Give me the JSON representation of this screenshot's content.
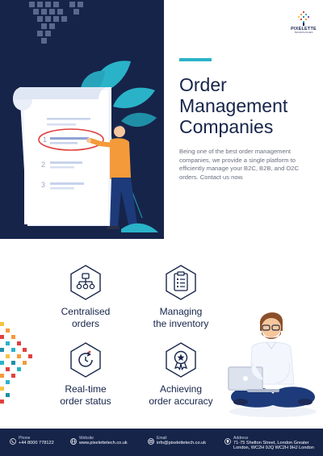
{
  "brand": {
    "name": "PIXELETTE",
    "tagline": "TECHNOLOGIES"
  },
  "hero": {
    "title_lines": [
      "Order",
      "Management",
      "Companies"
    ],
    "intro": "Being one of the best order management companies, we provide a single platform to efficiently manage your B2C, B2B, and O2C orders. Contact us now.",
    "checklist_numbers": [
      "1",
      "2",
      "3"
    ]
  },
  "features": [
    {
      "icon": "flow-chart-icon",
      "label_lines": [
        "Centralised",
        "orders"
      ]
    },
    {
      "icon": "clipboard-checklist-icon",
      "label_lines": [
        "Managing",
        "the inventory"
      ]
    },
    {
      "icon": "refresh-clock-icon",
      "label_lines": [
        "Real-time",
        "order status"
      ]
    },
    {
      "icon": "award-badge-icon",
      "label_lines": [
        "Achieving",
        "order accuracy"
      ]
    }
  ],
  "footer": {
    "phone": {
      "label": "Phone",
      "value": "+44 8000 778122",
      "icon": "phone-icon"
    },
    "website": {
      "label": "Website",
      "value": "www.pixelettetech.co.uk",
      "icon": "globe-icon"
    },
    "email": {
      "label": "Email",
      "value": "info@pixelettetech.co.uk",
      "icon": "mail-icon"
    },
    "address": {
      "label": "Address",
      "lines": [
        "71-75 Shelton Street, London Greater",
        "London, WC2H 9JQ WC2H 9HJ London"
      ],
      "icon": "location-icon"
    }
  },
  "colors": {
    "navy": "#16244a",
    "accent": "#2ab3c8",
    "orange": "#f59a3a",
    "paper": "#e9eef8"
  }
}
